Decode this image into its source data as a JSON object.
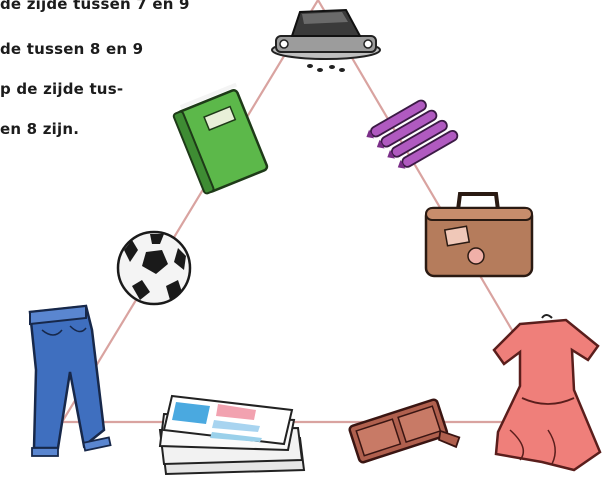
{
  "text": {
    "lines": [
      "de zijde tussen 7 en 9",
      "de tussen 8 en 9",
      "p de zijde tus-",
      "en 8 zijn."
    ]
  },
  "items": [
    {
      "name": "hole-punch"
    },
    {
      "name": "notebook"
    },
    {
      "name": "pens"
    },
    {
      "name": "soccer-ball"
    },
    {
      "name": "suitcase"
    },
    {
      "name": "jeans"
    },
    {
      "name": "dress"
    },
    {
      "name": "newspapers"
    },
    {
      "name": "wallet"
    }
  ],
  "colors": {
    "triangle_line": "#d9a3a0",
    "notebook_green": "#5cb84a",
    "pens_purple": "#b05ac0",
    "suitcase_brown": "#b57c5c",
    "jeans_blue": "#3f6fbf",
    "dress_pink": "#ef7f7a",
    "wallet_brown": "#b0604e"
  }
}
